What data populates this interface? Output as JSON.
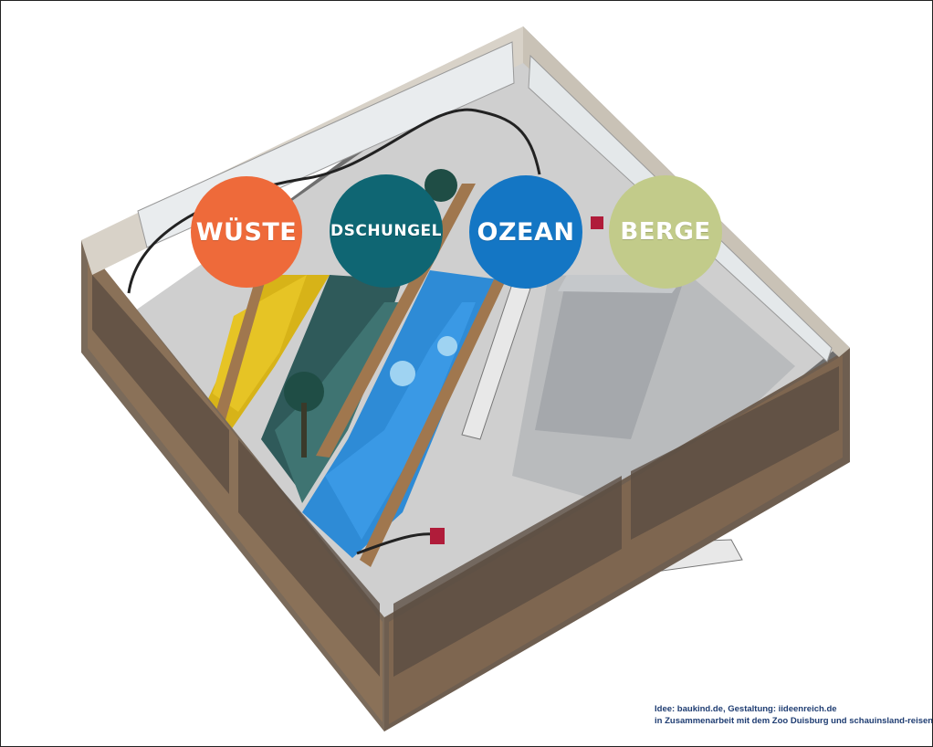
{
  "zones": [
    {
      "id": "wueste",
      "label": "WÜSTE",
      "color": "#ee6a3a"
    },
    {
      "id": "dschungel",
      "label": "DSCHUNGEL",
      "color": "#0f6673"
    },
    {
      "id": "ozean",
      "label": "OZEAN",
      "color": "#1476c4"
    },
    {
      "id": "berge",
      "label": "BERGE",
      "color": "#c2cb8a"
    }
  ],
  "credits": {
    "line1": "Idee: baukind.de, Gestaltung: iideenreich.de",
    "line2": "in Zusammenarbeit mit dem Zoo Duisburg und schauinsland-reisen"
  },
  "palette": {
    "desert": "#d7b318",
    "jungle": "#2f5a5a",
    "ocean": "#2e8bd6",
    "mountain": "#b8babd",
    "wall": "#8a6a4a",
    "frame": "#c8c0b4"
  }
}
